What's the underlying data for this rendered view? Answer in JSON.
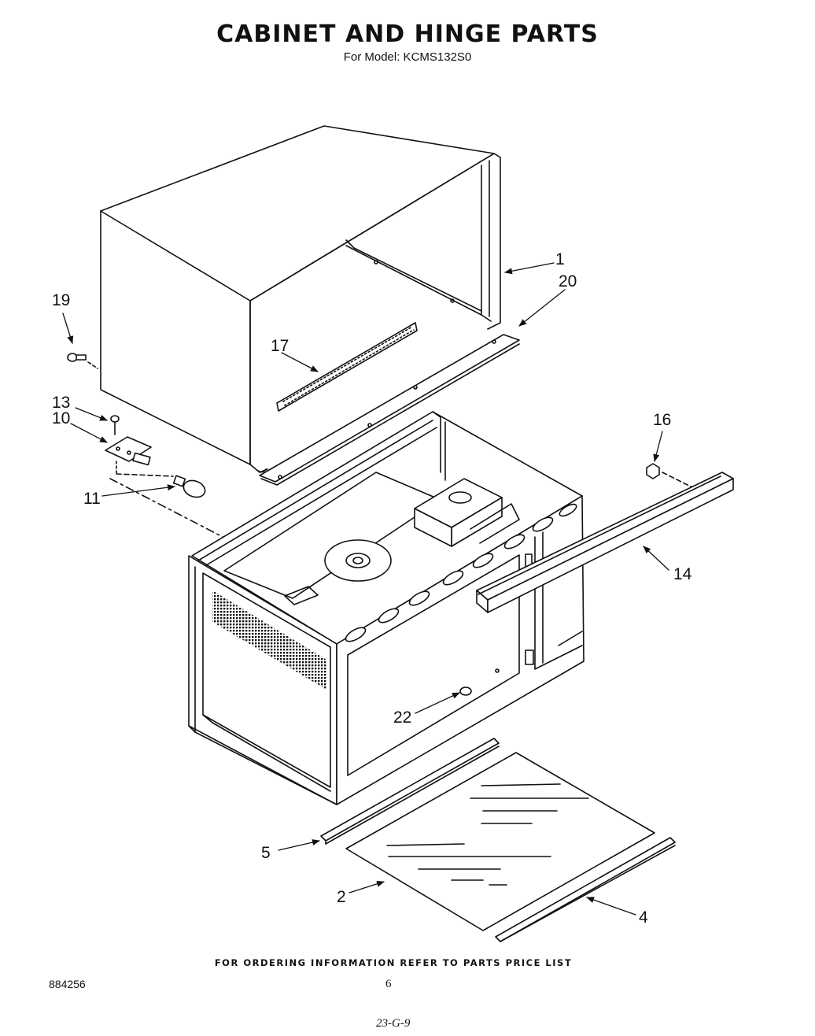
{
  "header": {
    "title": "CABINET AND HINGE PARTS",
    "model_line": "For Model: KCMS132S0"
  },
  "callouts": [
    {
      "id": "1",
      "label": "1"
    },
    {
      "id": "20",
      "label": "20"
    },
    {
      "id": "19",
      "label": "19"
    },
    {
      "id": "17",
      "label": "17"
    },
    {
      "id": "13",
      "label": "13"
    },
    {
      "id": "10",
      "label": "10"
    },
    {
      "id": "16",
      "label": "16"
    },
    {
      "id": "11",
      "label": "11"
    },
    {
      "id": "14",
      "label": "14"
    },
    {
      "id": "22",
      "label": "22"
    },
    {
      "id": "5",
      "label": "5"
    },
    {
      "id": "2",
      "label": "2"
    },
    {
      "id": "4",
      "label": "4"
    }
  ],
  "footer": {
    "ordering_note": "FOR ORDERING INFORMATION REFER TO PARTS PRICE LIST",
    "doc_number": "884256",
    "page_number": "6",
    "handwritten_note": "23-G-9"
  }
}
